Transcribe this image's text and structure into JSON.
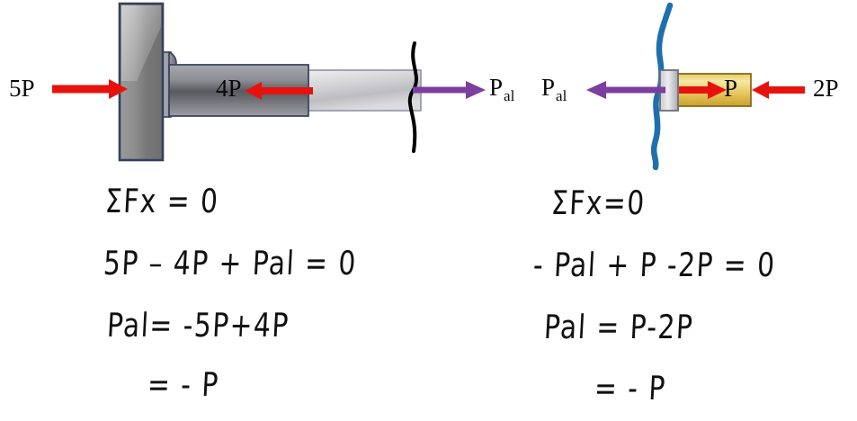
{
  "figure": {
    "title_hidden": "Free body diagrams and equilibrium equations",
    "colors": {
      "load_arrow": "#e8120c",
      "internal_arrow": "#7b3fa0",
      "steel_dark": "#4a4a4a",
      "steel_light": "#d8d8d8",
      "outline": "#33415c",
      "brass_light": "#f2dd8c",
      "brass_dark": "#c89a26",
      "cut_line_left": "#000000",
      "cut_line_right": "#1f6fae",
      "ink": "#111111"
    }
  },
  "left_diagram": {
    "name": "steel-rod-bolted-to-wall",
    "applied_load_label": "5P",
    "internal_member_label": "4P",
    "section_force_label": "P",
    "section_force_subscript": "al",
    "cut_marker": "wavy-section-line",
    "wall_plate": "fixed-support-plate",
    "fasteners": 2
  },
  "right_diagram": {
    "name": "brass-member-at-cut-section",
    "section_force_label": "P",
    "section_force_subscript": "al",
    "member_load_label": "P",
    "applied_load_label": "2P",
    "cut_marker": "wavy-section-line-blue"
  },
  "left_equations": {
    "line1": "ΣFx = 0",
    "line2": "5P – 4P + Pal = 0",
    "line3": "Pal= -5P+4P",
    "line4": "= - P"
  },
  "right_equations": {
    "line1": "ΣFx=0",
    "line2": "- Pal + P -2P = 0",
    "line3": "Pal = P-2P",
    "line4": "= - P"
  }
}
